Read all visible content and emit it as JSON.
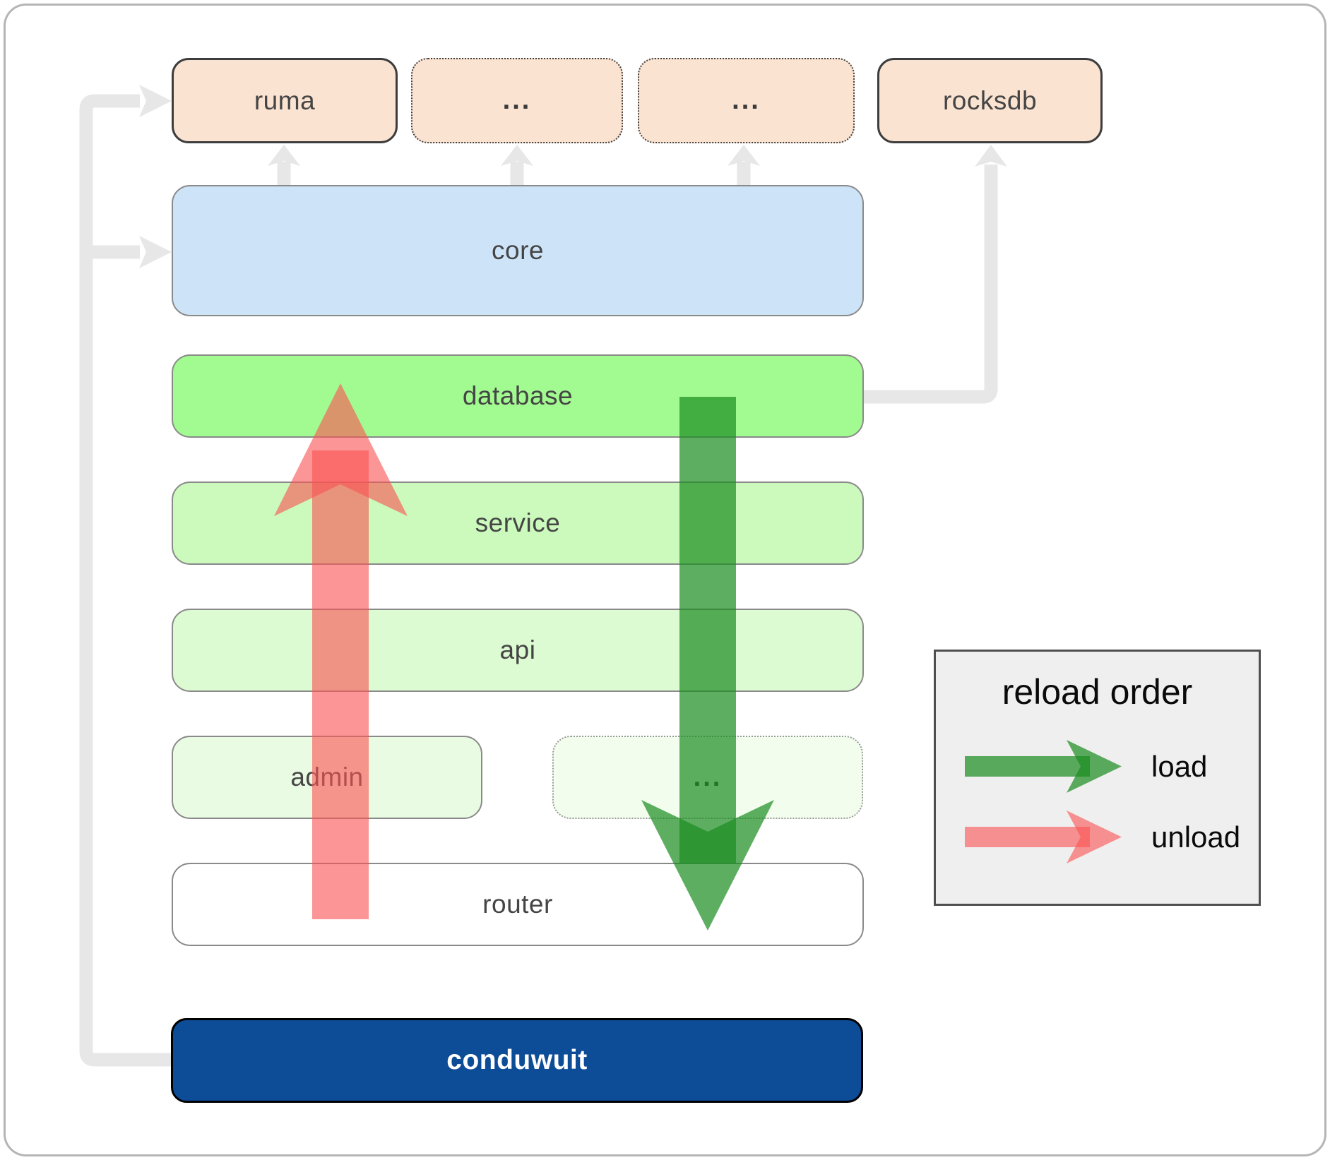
{
  "diagram": {
    "top_row": [
      {
        "label": "ruma",
        "border": "solid"
      },
      {
        "label": "...",
        "border": "dotted"
      },
      {
        "label": "...",
        "border": "dotted"
      },
      {
        "label": "rocksdb",
        "border": "solid"
      }
    ],
    "layers": {
      "core": {
        "label": "core"
      },
      "database": {
        "label": "database"
      },
      "service": {
        "label": "service"
      },
      "api": {
        "label": "api"
      },
      "admin": {
        "label": "admin"
      },
      "admin_more": {
        "label": "..."
      },
      "router": {
        "label": "router"
      },
      "conduwuit": {
        "label": "conduwuit"
      }
    },
    "legend": {
      "title": "reload order",
      "items": [
        {
          "label": "load",
          "color": "#1a8b1f"
        },
        {
          "label": "unload",
          "color": "#fa5454"
        }
      ]
    },
    "connections": {
      "gray_dependency_arrows": [
        "conduwuit -> ruma",
        "conduwuit -> core",
        "core -> ruma",
        "core -> ...",
        "core -> ...",
        "database -> rocksdb"
      ],
      "load_arrow": "database down to router",
      "unload_arrow": "router up to database"
    },
    "colors": {
      "load_green": "#1a8b1f",
      "unload_red": "#fa5454",
      "connector_gray": "#e7e7e7",
      "peach_fill": "#fbe3d2",
      "core_fill": "#cde4f8",
      "database_fill": "#a2fb90",
      "service_fill": "#cbfabc",
      "api_fill": "#ddfbd2",
      "admin_fill": "#eafbe3",
      "admin_more_fill": "#f2fdee",
      "router_fill": "#ffffff",
      "conduwuit_fill": "#0d4c96",
      "legend_fill": "#efefef"
    }
  }
}
